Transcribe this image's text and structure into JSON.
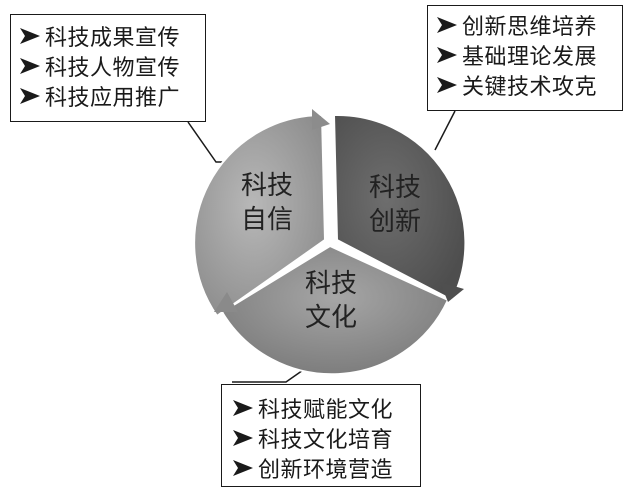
{
  "segments": [
    {
      "id": "confidence",
      "line1": "科技",
      "line2": "自信"
    },
    {
      "id": "innovation",
      "line1": "科技",
      "line2": "创新"
    },
    {
      "id": "culture",
      "line1": "科技",
      "line2": "文化"
    }
  ],
  "callouts": {
    "top_left": [
      "科技成果宣传",
      "科技人物宣传",
      "科技应用推广"
    ],
    "top_right": [
      "创新思维培养",
      "基础理论发展",
      "关键技术攻克"
    ],
    "bottom": [
      "科技赋能文化",
      "科技文化培育",
      "创新环境营造"
    ]
  },
  "colors": {
    "segment_light": "#9a9a9a",
    "segment_dark": "#5f5f5f",
    "segment_bottom": "#8a8a8a",
    "border": "#1a1a1a"
  }
}
